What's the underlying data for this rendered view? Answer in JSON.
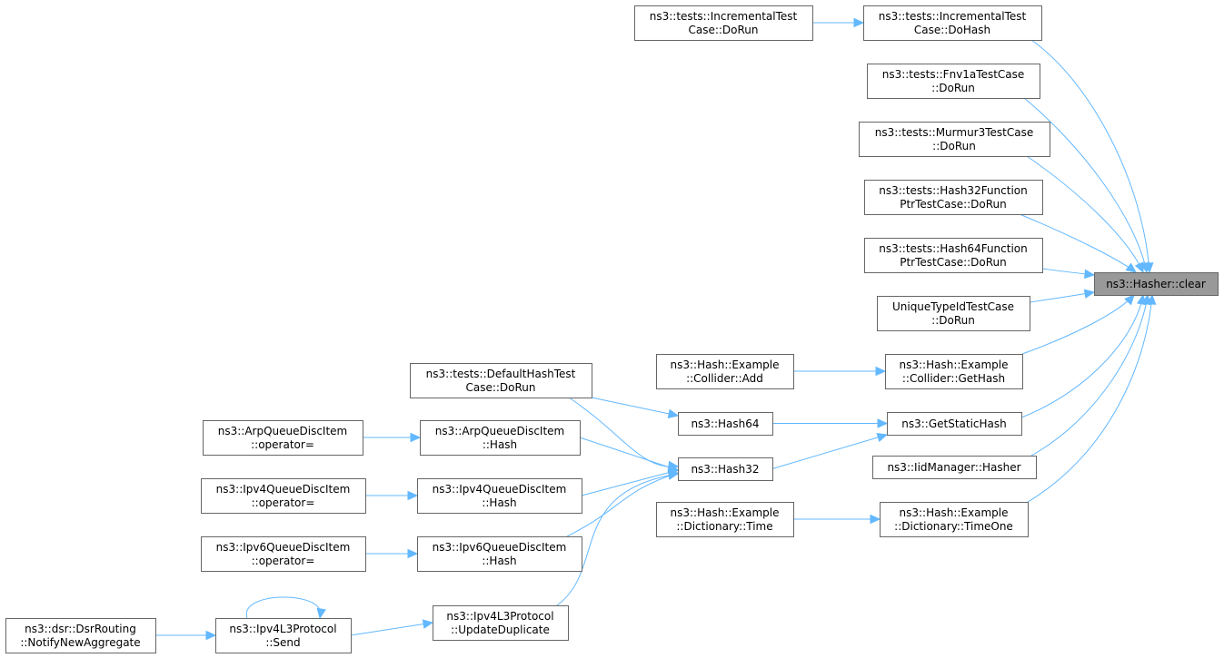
{
  "colors": {
    "edge": "#63b8ff",
    "node_border": "#666666",
    "root_fill": "#999999",
    "node_fill": "#ffffff"
  },
  "nodes": [
    {
      "id": "clear",
      "lines": [
        "ns3::Hasher::clear"
      ],
      "root": true
    },
    {
      "id": "incDoHash",
      "lines": [
        "ns3::tests::IncrementalTest",
        "Case::DoHash"
      ]
    },
    {
      "id": "incDoRun",
      "lines": [
        "ns3::tests::IncrementalTest",
        "Case::DoRun"
      ]
    },
    {
      "id": "fnv",
      "lines": [
        "ns3::tests::Fnv1aTestCase",
        "::DoRun"
      ]
    },
    {
      "id": "murmur",
      "lines": [
        "ns3::tests::Murmur3TestCase",
        "::DoRun"
      ]
    },
    {
      "id": "h32fp",
      "lines": [
        "ns3::tests::Hash32Function",
        "PtrTestCase::DoRun"
      ]
    },
    {
      "id": "h64fp",
      "lines": [
        "ns3::tests::Hash64Function",
        "PtrTestCase::DoRun"
      ]
    },
    {
      "id": "unique",
      "lines": [
        "UniqueTypeIdTestCase",
        "::DoRun"
      ]
    },
    {
      "id": "colGetHash",
      "lines": [
        "ns3::Hash::Example",
        "::Collider::GetHash"
      ]
    },
    {
      "id": "colAdd",
      "lines": [
        "ns3::Hash::Example",
        "::Collider::Add"
      ]
    },
    {
      "id": "getStatic",
      "lines": [
        "ns3::GetStaticHash"
      ]
    },
    {
      "id": "hash64",
      "lines": [
        "ns3::Hash64"
      ]
    },
    {
      "id": "hash32",
      "lines": [
        "ns3::Hash32"
      ]
    },
    {
      "id": "defHash",
      "lines": [
        "ns3::tests::DefaultHashTest",
        "Case::DoRun"
      ]
    },
    {
      "id": "iid",
      "lines": [
        "ns3::IidManager::Hasher"
      ]
    },
    {
      "id": "timeOne",
      "lines": [
        "ns3::Hash::Example",
        "::Dictionary::TimeOne"
      ]
    },
    {
      "id": "dictTime",
      "lines": [
        "ns3::Hash::Example",
        "::Dictionary::Time"
      ]
    },
    {
      "id": "arpHash",
      "lines": [
        "ns3::ArpQueueDiscItem",
        "::Hash"
      ]
    },
    {
      "id": "arpOp",
      "lines": [
        "ns3::ArpQueueDiscItem",
        "::operator="
      ]
    },
    {
      "id": "ipv4Hash",
      "lines": [
        "ns3::Ipv4QueueDiscItem",
        "::Hash"
      ]
    },
    {
      "id": "ipv4Op",
      "lines": [
        "ns3::Ipv4QueueDiscItem",
        "::operator="
      ]
    },
    {
      "id": "ipv6Hash",
      "lines": [
        "ns3::Ipv6QueueDiscItem",
        "::Hash"
      ]
    },
    {
      "id": "ipv6Op",
      "lines": [
        "ns3::Ipv6QueueDiscItem",
        "::operator="
      ]
    },
    {
      "id": "updDup",
      "lines": [
        "ns3::Ipv4L3Protocol",
        "::UpdateDuplicate"
      ]
    },
    {
      "id": "send",
      "lines": [
        "ns3::Ipv4L3Protocol",
        "::Send"
      ]
    },
    {
      "id": "dsr",
      "lines": [
        "ns3::dsr::DsrRouting",
        "::NotifyNewAggregate"
      ]
    }
  ],
  "edges": [
    [
      "incDoRun",
      "incDoHash"
    ],
    [
      "incDoHash",
      "clear"
    ],
    [
      "fnv",
      "clear"
    ],
    [
      "murmur",
      "clear"
    ],
    [
      "h32fp",
      "clear"
    ],
    [
      "h64fp",
      "clear"
    ],
    [
      "unique",
      "clear"
    ],
    [
      "colGetHash",
      "clear"
    ],
    [
      "getStatic",
      "clear"
    ],
    [
      "iid",
      "clear"
    ],
    [
      "timeOne",
      "clear"
    ],
    [
      "colAdd",
      "colGetHash"
    ],
    [
      "hash64",
      "getStatic"
    ],
    [
      "hash32",
      "getStatic"
    ],
    [
      "defHash",
      "hash64"
    ],
    [
      "defHash",
      "hash32"
    ],
    [
      "arpHash",
      "hash32"
    ],
    [
      "ipv4Hash",
      "hash32"
    ],
    [
      "ipv6Hash",
      "hash32"
    ],
    [
      "updDup",
      "hash32"
    ],
    [
      "dictTime",
      "timeOne"
    ],
    [
      "arpOp",
      "arpHash"
    ],
    [
      "ipv4Op",
      "ipv4Hash"
    ],
    [
      "ipv6Op",
      "ipv6Hash"
    ],
    [
      "send",
      "updDup"
    ],
    [
      "send",
      "send"
    ],
    [
      "dsr",
      "send"
    ]
  ]
}
